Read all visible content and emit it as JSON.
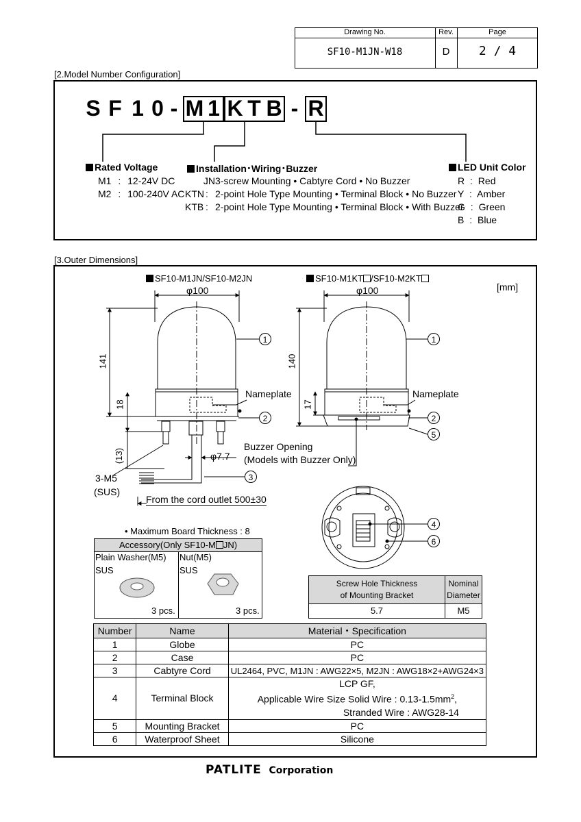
{
  "title_block": {
    "drawing_no_label": "Drawing No.",
    "rev_label": "Rev.",
    "page_label": "Page",
    "drawing_no": "SF10-M1JN-W18",
    "rev": "D",
    "page": "2 / 4"
  },
  "model_config": {
    "section_label": "[2.Model Number Configuration]",
    "prefix": [
      "S",
      "F",
      "1",
      "0",
      "-"
    ],
    "boxed_group_1": [
      "M",
      "1"
    ],
    "boxed_group_2": [
      "K",
      "T",
      "B"
    ],
    "dash": "-",
    "boxed_group_3": [
      "R"
    ],
    "rated_voltage": {
      "heading": "Rated Voltage",
      "options": [
        {
          "code": "M1",
          "sep": ":",
          "desc": "12-24V DC"
        },
        {
          "code": "M2",
          "sep": ":",
          "desc": "100-240V AC"
        }
      ]
    },
    "installation": {
      "heading": "Installation･Wiring･Buzzer",
      "options": [
        {
          "code": "JN",
          "sep": ":",
          "desc": "3-screw Mounting • Cabtyre Cord • No Buzzer"
        },
        {
          "code": "KTN",
          "sep": ":",
          "desc": "2-point Hole Type Mounting • Terminal Block • No Buzzer"
        },
        {
          "code": "KTB",
          "sep": ":",
          "desc": "2-point Hole Type Mounting • Terminal Block • With Buzzer"
        }
      ]
    },
    "led_color": {
      "heading": "LED Unit Color",
      "options": [
        {
          "code": "R",
          "sep": ":",
          "desc": "Red"
        },
        {
          "code": "Y",
          "sep": ":",
          "desc": "Amber"
        },
        {
          "code": "G",
          "sep": ":",
          "desc": "Green"
        },
        {
          "code": "B",
          "sep": ":",
          "desc": "Blue"
        }
      ]
    }
  },
  "outer_dimensions": {
    "section_label": "[3.Outer Dimensions]",
    "unit": "[mm]",
    "left_title": "SF10-M1JN/SF10-M2JN",
    "right_title_a": "SF10-M1KT",
    "right_title_b": "/SF10-M2KT",
    "left_diameter": "φ100",
    "right_diameter": "φ100",
    "left_height": "141",
    "left_case_height": "18",
    "left_thread": "(13)",
    "right_height": "140",
    "right_case_height": "17",
    "cord_diameter": "φ7.7",
    "nameplate_left": "Nameplate",
    "nameplate_right": "Nameplate",
    "buzzer_line1": "Buzzer Opening",
    "buzzer_line2": "(Models with Buzzer Only)",
    "screw_label": "3-M5",
    "screw_material": "(SUS)",
    "cord_length": "From the cord outlet 500±30",
    "callouts": [
      "1",
      "2",
      "3",
      "4",
      "5",
      "6"
    ]
  },
  "accessory": {
    "max_board": "• Maximum Board Thickness : 8",
    "title_a": "Accessory(Only SF10-M",
    "title_b": "JN)",
    "washer_name": "Plain Washer(M5)",
    "washer_material": "SUS",
    "washer_qty": "3 pcs.",
    "nut_name": "Nut(M5)",
    "nut_material": "SUS",
    "nut_qty": "3 pcs."
  },
  "screw_table": {
    "header_1_line1": "Screw Hole Thickness",
    "header_1_line2": "of Mounting Bracket",
    "header_2_line1": "Nominal",
    "header_2_line2": "Diameter",
    "value_1": "5.7",
    "value_2": "M5"
  },
  "materials": {
    "headers": [
      "Number",
      "Name",
      "Material・Specification"
    ],
    "rows": [
      {
        "num": "1",
        "name": "Globe",
        "spec": "PC"
      },
      {
        "num": "2",
        "name": "Case",
        "spec": "PC"
      },
      {
        "num": "3",
        "name": "Cabtyre Cord",
        "spec": "UL2464, PVC, M1JN : AWG22×5, M2JN : AWG18×2+AWG24×3"
      },
      {
        "num": "4",
        "name": "Terminal Block",
        "spec_line1": "LCP GF,",
        "spec_line2a": "Applicable Wire Size",
        "spec_line2b": "Solid Wire : 0.13-1.5mm",
        "spec_sup": "2",
        "spec_line2c": ",",
        "spec_line3": "Stranded Wire : AWG28-14"
      },
      {
        "num": "5",
        "name": "Mounting Bracket",
        "spec": "PC"
      },
      {
        "num": "6",
        "name": "Waterproof Sheet",
        "spec": "Silicone"
      }
    ]
  },
  "footer": {
    "brand": "PATLITE",
    "suffix": "Corporation"
  }
}
